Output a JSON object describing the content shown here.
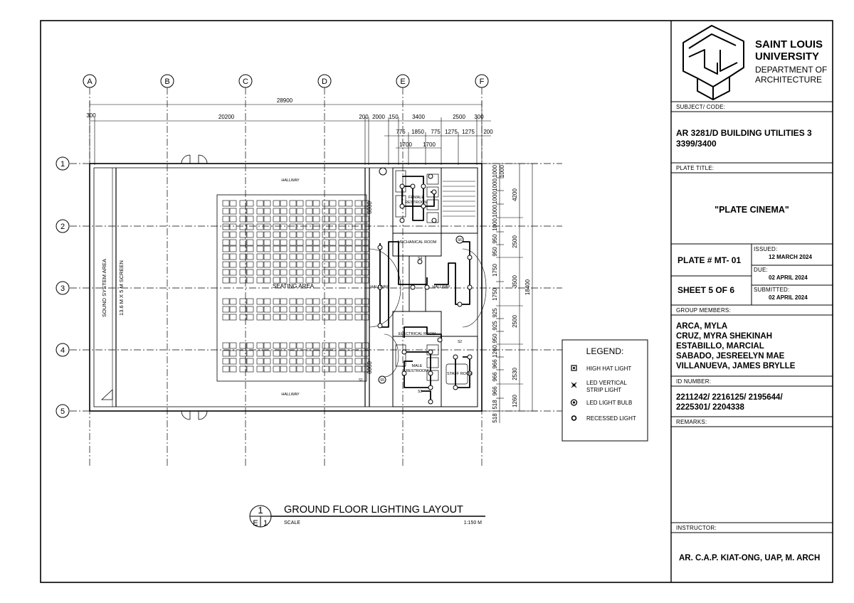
{
  "institution": {
    "name_line1": "SAINT LOUIS",
    "name_line2": "UNIVERSITY",
    "dept_line1": "DEPARTMENT OF",
    "dept_line2": "ARCHITECTURE"
  },
  "title_block": {
    "subject_label": "SUBJECT/ CODE:",
    "subject_line1": "AR 3281/D BUILDING UTILITIES 3",
    "subject_line2": "3399/3400",
    "plate_title_label": "PLATE TITLE:",
    "plate_title": "\"PLATE CINEMA\"",
    "plate_no": "PLATE # MT- 01",
    "sheet": "SHEET 5 OF 6",
    "issued_label": "ISSUED:",
    "issued": "12 MARCH 2024",
    "due_label": "DUE:",
    "due": "02 APRIL 2024",
    "submitted_label": "SUBMITTED:",
    "submitted": "02 APRIL 2024",
    "group_label": "GROUP MEMBERS:",
    "members": [
      "ARCA, MYLA",
      "CRUZ, MYRA SHEKINAH",
      "ESTABILLO, MARCIAL",
      "SABADO, JESREELYN MAE",
      "VILLANUEVA, JAMES BRYLLE"
    ],
    "id_label": "ID NUMBER:",
    "id_line1": "2211242/ 2216125/ 2195644/",
    "id_line2": "2225301/ 2204338",
    "remarks_label": "REMARKS:",
    "instructor_label": "INSTRUCTOR:",
    "instructor": "AR. C.A.P. KIAT-ONG, UAP, M. ARCH"
  },
  "drawing": {
    "title": "GROUND FLOOR LIGHTING LAYOUT",
    "scale_label": "SCALE",
    "scale": "1:150 M",
    "number": "1",
    "ref": "E",
    "ref_sheet": "1"
  },
  "grid": {
    "columns": [
      "A",
      "B",
      "C",
      "D",
      "E",
      "F"
    ],
    "rows": [
      "1",
      "2",
      "3",
      "4",
      "5"
    ]
  },
  "dimensions": {
    "overall_width": "28900",
    "top_row": [
      "300",
      "20200",
      "200",
      "2000",
      "150",
      "3400",
      "2500",
      "300"
    ],
    "mid_row": [
      "775",
      "1850",
      "775",
      "1275",
      "1275",
      "200"
    ],
    "low_row": [
      "1700",
      "1700"
    ],
    "right_overall": "18400",
    "right_mid": [
      "4200",
      "2500",
      "3500",
      "2500",
      "2530",
      "1260"
    ],
    "right_inner": [
      "1000",
      "1000",
      "1000",
      "1000",
      "1000",
      "1000",
      "950",
      "950",
      "1750",
      "1750",
      "925",
      "925",
      "950",
      "1260",
      "966",
      "966",
      "966",
      "518",
      "518"
    ],
    "inner_left": [
      "6000",
      "6000"
    ]
  },
  "rooms": {
    "hallway": "HALLWAY",
    "seating": "SEATING AREA",
    "sound": "SOUND SYSTEM AREA",
    "screen": "13.6 M X 5 M SCREEN",
    "female": "FEMALE",
    "restroom": "RESTROOM",
    "male": "MALE",
    "mechanical": "MECHANICAL ROOM",
    "electrical": "ELECTRICAL ROOM",
    "staff": "STAFF ROOM"
  },
  "switch_labels": [
    "S1",
    "S2",
    "S3",
    "S4",
    "S5",
    "S6"
  ],
  "legend": {
    "title": "LEGEND:",
    "items": [
      "HIGH HAT LIGHT",
      "LED VERTICAL",
      "STRIP LIGHT",
      "LED LIGHT BULB",
      "RECESSED LIGHT"
    ]
  }
}
